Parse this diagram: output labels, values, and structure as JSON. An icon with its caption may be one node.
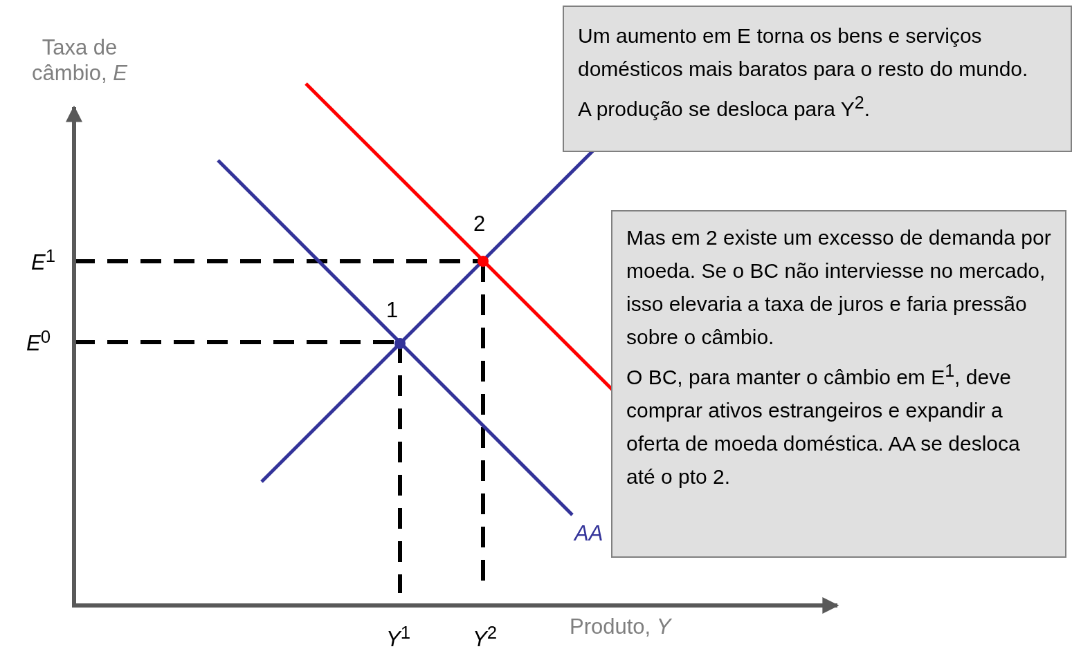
{
  "diagram": {
    "nodes": [
      {
        "text": [
          "Um aumento em E torna os bens e serviços domésticos mais baratos para o resto do mundo.",
          "A produção se desloca para Y$^{2}$."
        ]
      },
      {
        "text": [
          "Mas em 2 existe um excesso de demanda por moeda. Se o BC não interviesse no mercado, isso elevaria a taxa de juros e faria pressão sobre o câmbio.",
          "O BC, para manter o câmbio em E$^{1}$, deve comprar ativos estrangeiros e expandir a oferta de moeda doméstica.  AA se  desloca até o pto 2."
        ]
      }
    ],
    "edges": [],
    "labels": [
      "Taxa de câmbio, *E*",
      "*E*$^{1}$",
      "2",
      "1",
      "*E*$^{0}$",
      "*AA*",
      "*Y*$^{1}$",
      "*Y*$^{2}$",
      "Produto, *Y*"
    ]
  }
}
